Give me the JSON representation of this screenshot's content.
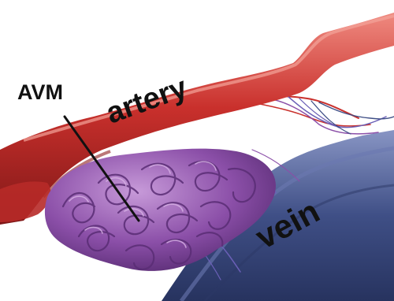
{
  "labels": {
    "avm": "AVM",
    "artery": "artery",
    "vein": "vein"
  },
  "colors": {
    "artery": "#c9302c",
    "artery_highlight": "#ef8a80",
    "vein": "#3f4f86",
    "vein_highlight": "#8895c4",
    "avm_tangle": "#8b4fa8",
    "avm_tangle_highlight": "#c79ad9",
    "capillaries": "#6a5fb6",
    "pointer_line": "#111111"
  }
}
